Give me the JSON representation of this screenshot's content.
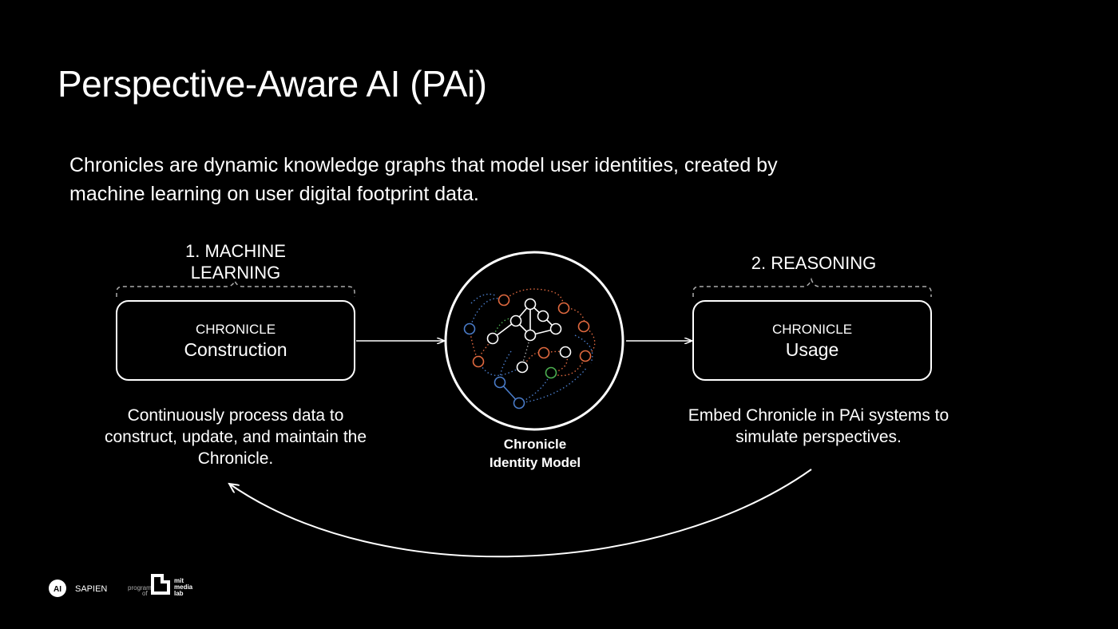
{
  "slide": {
    "title": "Perspective-Aware AI (PAi)",
    "subtitle_lines": [
      "Chronicles are dynamic knowledge graphs that model user identities, created by",
      "machine learning on user digital footprint data."
    ]
  },
  "left": {
    "label_lines": [
      "1. MACHINE",
      "LEARNING"
    ],
    "box_small": "CHRONICLE",
    "box_large": "Construction",
    "desc_lines": [
      "Continuously process data to",
      "construct, update, and maintain the",
      "Chronicle."
    ]
  },
  "center": {
    "caption_lines": [
      "Chronicle",
      "Identity Model"
    ]
  },
  "right": {
    "label": "2. REASONING",
    "box_small": "CHRONICLE",
    "box_large": "Usage",
    "desc_lines": [
      "Embed Chronicle in PAi systems to",
      "simulate perspectives."
    ]
  },
  "footer": {
    "logo1_mark": "AI",
    "logo1_text": "SAPIEN",
    "logo2_prefix_lines": [
      "program",
      "of"
    ],
    "logo2_text_lines": [
      "mit",
      "media",
      "lab"
    ]
  },
  "colors": {
    "background": "#000000",
    "foreground": "#ffffff",
    "node_orange": "#e0693f",
    "node_blue": "#4a7cc9",
    "node_green": "#4caf50"
  }
}
